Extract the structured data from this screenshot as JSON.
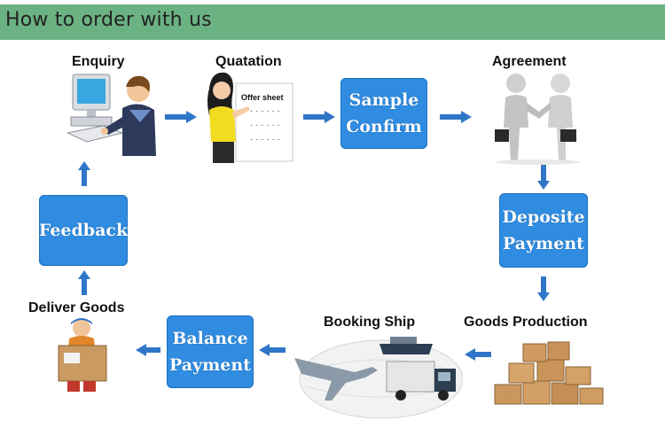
{
  "header": {
    "title": "How to order with us"
  },
  "steps": {
    "enquiry": "Enquiry",
    "quatation": "Quatation",
    "offer_sheet": "Offer sheet",
    "sample_line1": "Sample",
    "sample_line2": "Confirm",
    "agreement": "Agreement",
    "deposite_line1": "Deposite",
    "deposite_line2": "Payment",
    "goods_production": "Goods Production",
    "booking_ship": "Booking Ship",
    "balance_line1": "Balance",
    "balance_line2": "Payment",
    "deliver_goods": "Deliver Goods",
    "feedback": "Feedback"
  },
  "colors": {
    "header_bg": "#6bb283",
    "box_bg": "#2f8ce0",
    "arrow": "#2f76c8"
  }
}
